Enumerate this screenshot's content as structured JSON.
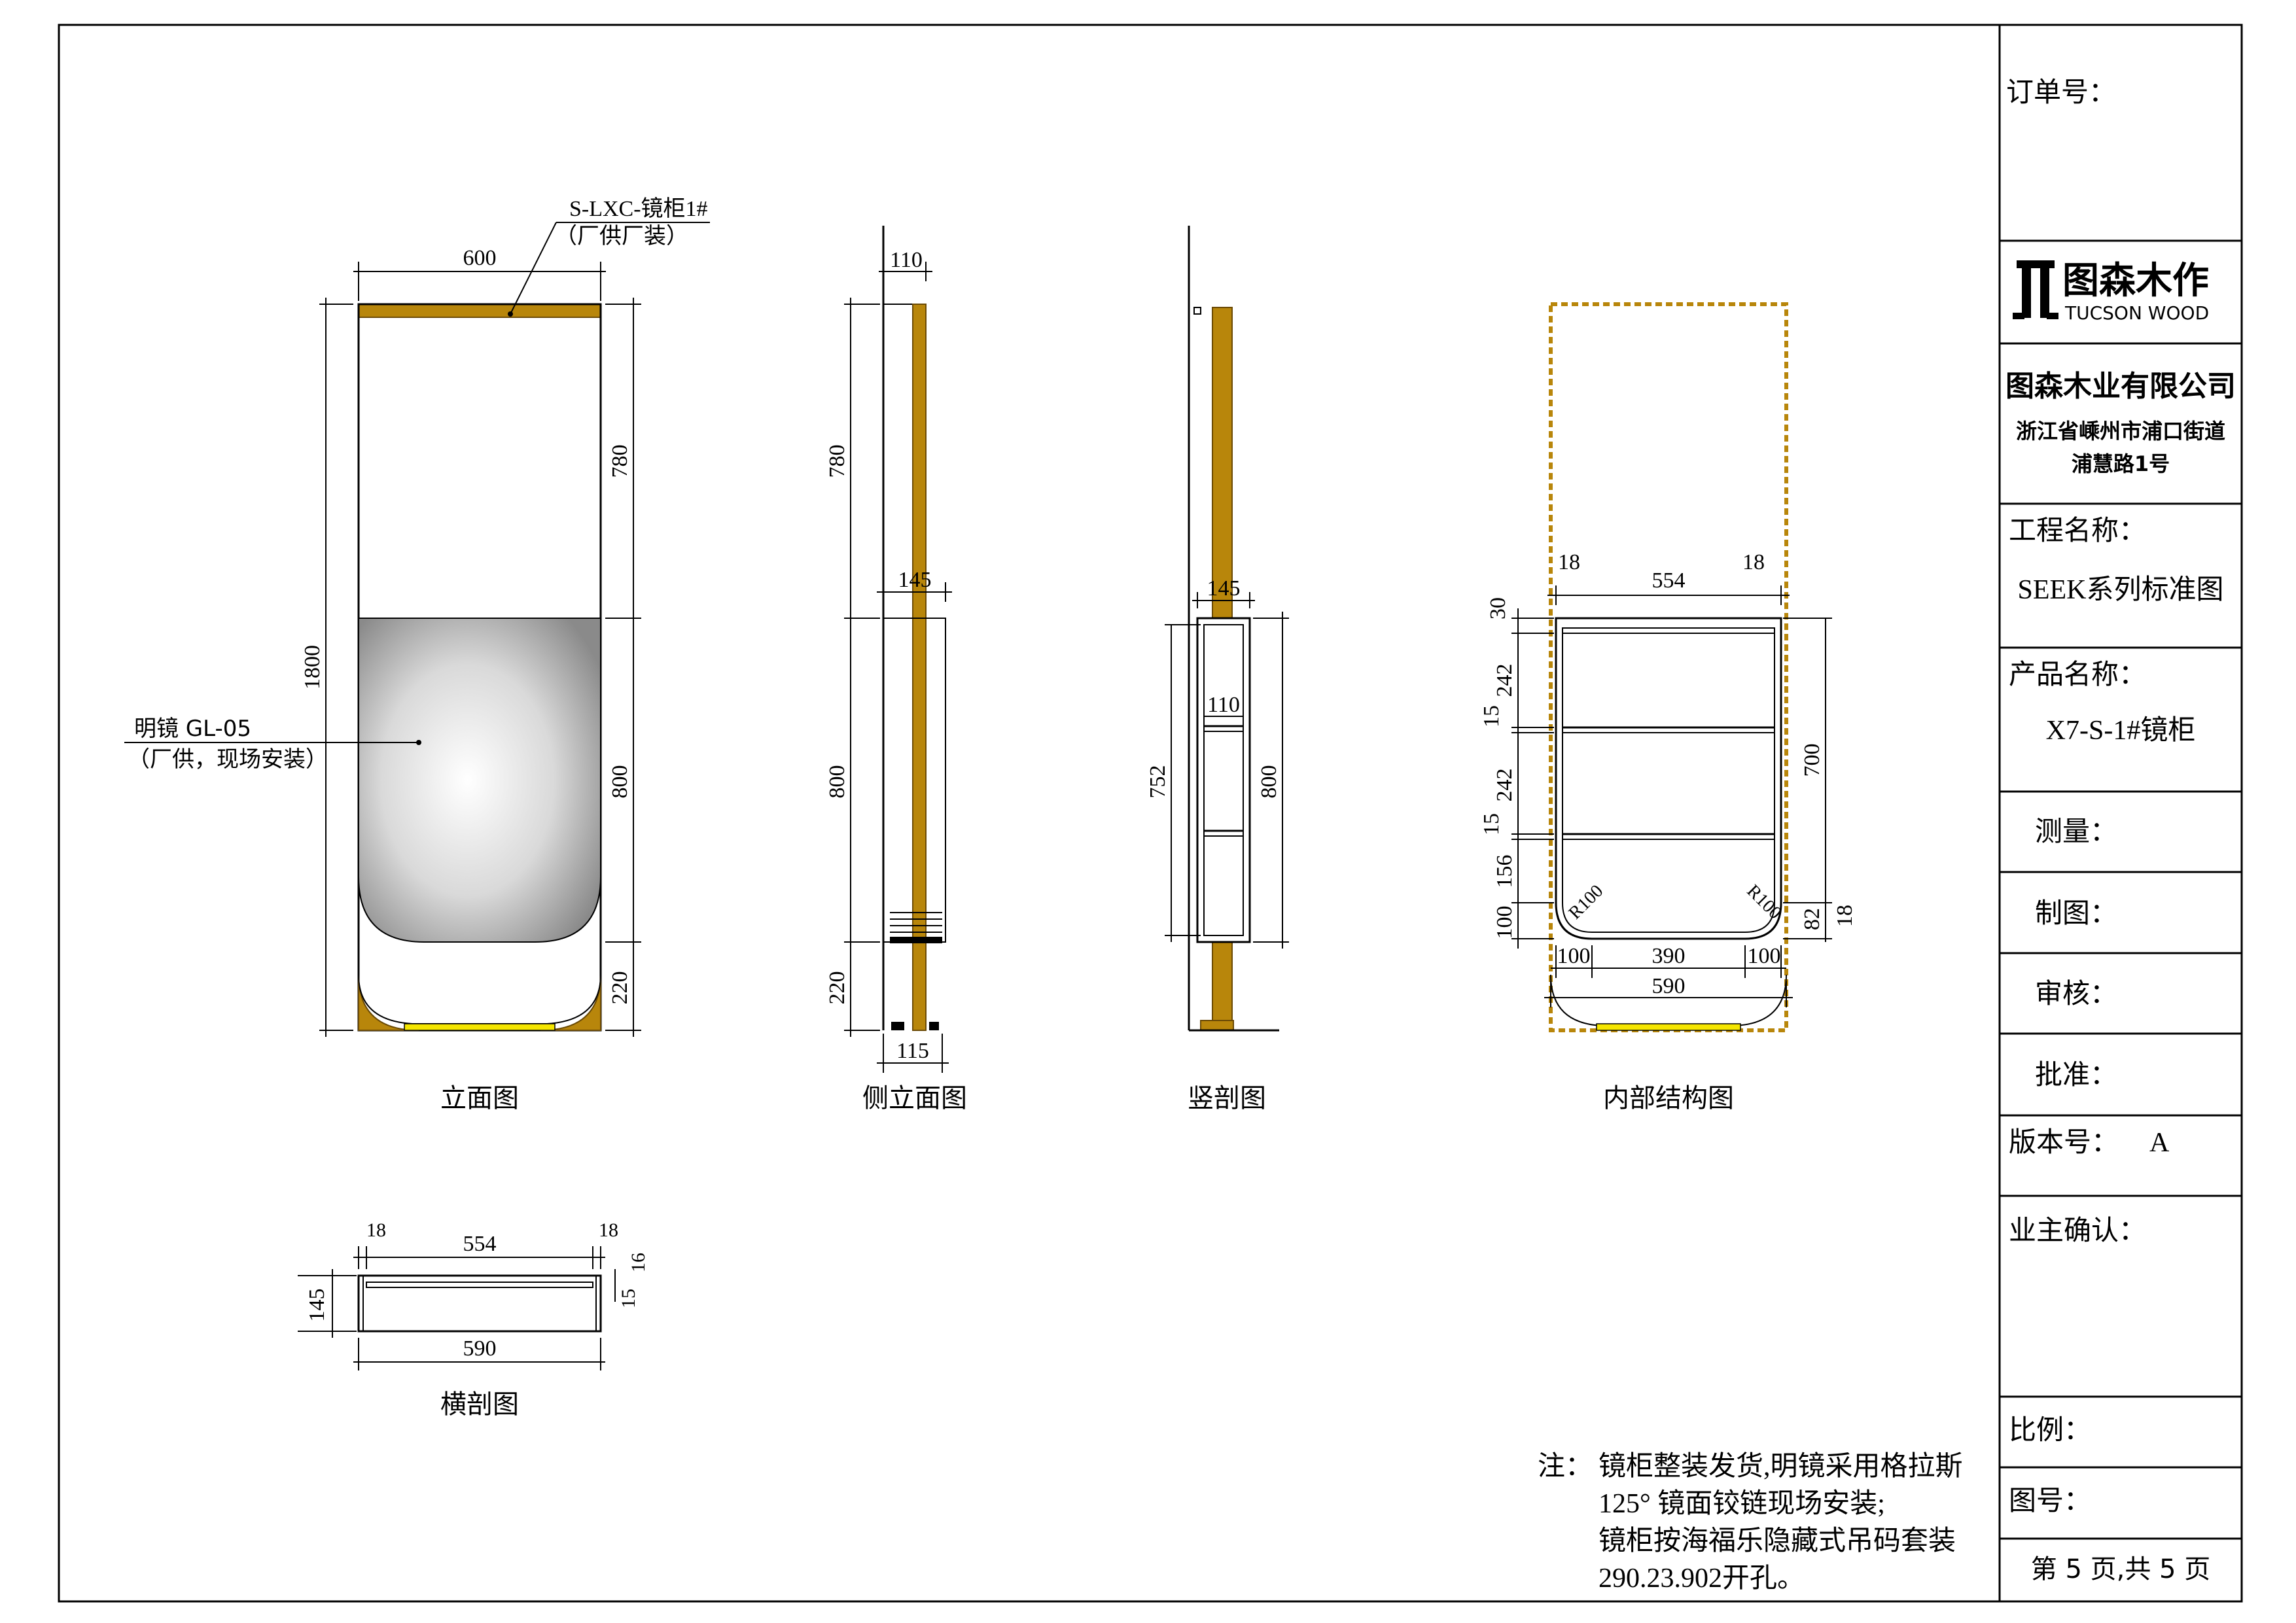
{
  "drawings": {
    "elevation": {
      "title": "立面图",
      "width": "600",
      "height": "1800",
      "dims": [
        "780",
        "800",
        "220"
      ],
      "leader_top": [
        "S-LXC-镜柜1#",
        "（厂供厂装）"
      ],
      "leader_mirror": [
        "明镜 GL-05",
        "（厂供，现场安装）"
      ]
    },
    "side": {
      "title": "侧立面图",
      "top": "110",
      "depth": "145",
      "bottom": "115",
      "dims": [
        "780",
        "800",
        "220"
      ]
    },
    "section_v": {
      "title": "竖剖图",
      "depth": "145",
      "inner": "110",
      "left": "752",
      "right": "800"
    },
    "internal": {
      "title": "内部结构图",
      "top_dims": [
        "18",
        "554",
        "18"
      ],
      "left_dims": [
        "30",
        "242",
        "15",
        "242",
        "15",
        "156",
        "100"
      ],
      "right_dims": [
        "700",
        "82",
        "18"
      ],
      "radius": [
        "R100",
        "R100"
      ],
      "bottom_dims": [
        "100",
        "390",
        "100"
      ],
      "total": "590"
    },
    "section_h": {
      "title": "横剖图",
      "top_dims": [
        "18",
        "554",
        "18"
      ],
      "height": "145",
      "right_dims": [
        "16",
        "15"
      ],
      "total": "590"
    }
  },
  "notes": {
    "prefix": "注：",
    "lines": [
      "镜柜整装发货,明镜采用格拉斯",
      "125° 镜面铰链现场安装;",
      "镜柜按海福乐隐藏式吊码套装",
      "290.23.902开孔。"
    ]
  },
  "title_block": {
    "order_label": "订单号：",
    "logo_cn": "图森木作",
    "logo_en": "TUCSON WOOD",
    "company": "图森木业有限公司",
    "address": [
      "浙江省嵊州市浦口街道",
      "浦慧路1号"
    ],
    "project_label": "工程名称：",
    "project_value": "SEEK系列标准图",
    "product_label": "产品名称：",
    "product_value": "X7-S-1#镜柜",
    "measure_label": "测量：",
    "draw_label": "制图：",
    "review_label": "审核：",
    "approve_label": "批准：",
    "version_label": "版本号：",
    "version_value": "A",
    "owner_label": "业主确认：",
    "scale_label": "比例：",
    "drawing_no_label": "图号：",
    "page": "第 5 页,共 5 页"
  },
  "colors": {
    "wood": "#b8860b",
    "light": "#f5e600",
    "line": "#000000"
  }
}
